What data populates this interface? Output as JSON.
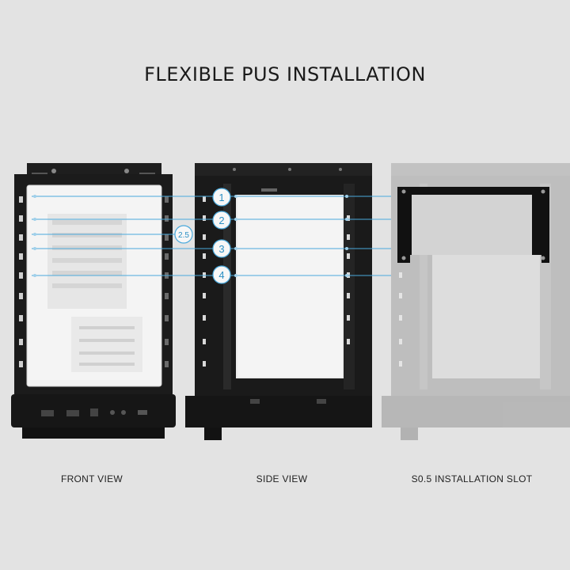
{
  "title": "FLEXIBLE PUS INSTALLATION",
  "captions": {
    "front": "FRONT VIEW",
    "side": "SIDE VIEW",
    "slot": "S0.5 INSTALLATION SLOT"
  },
  "markers": [
    "1",
    "2",
    "2.5",
    "3",
    "4"
  ],
  "colors": {
    "background": "#e3e3e3",
    "chassis": "#1c1c1c",
    "guide_line": "#4aa9dc",
    "faded_chassis": "#b3b3b3"
  }
}
